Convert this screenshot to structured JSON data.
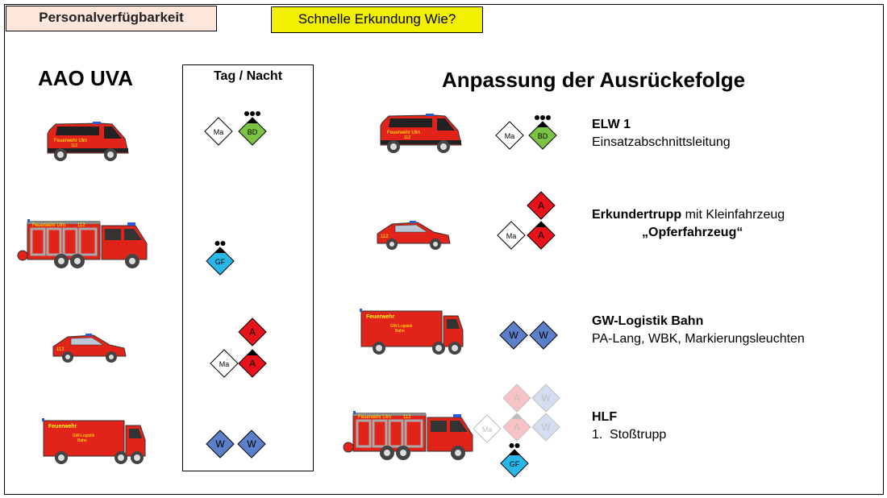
{
  "header": {
    "title": "Personalverfügbarkeit",
    "tagline": "Schnelle Erkundung Wie?"
  },
  "left_column": {
    "heading": "AAO UVA"
  },
  "middle_column": {
    "heading": "Tag / Nacht"
  },
  "right_column": {
    "heading": "Anpassung der Ausrückefolge",
    "entries": [
      {
        "name": "ELW 1",
        "description": "Einsatzabschnittsleitung"
      },
      {
        "name": "Erkundertrupp",
        "name_suffix": " mit Kleinfahrzeug",
        "description": "„Opferfahrzeug“"
      },
      {
        "name": "GW-Logistik Bahn",
        "description": "PA-Lang, WBK, Markierungsleuchten"
      },
      {
        "name": "HLF",
        "item_number": "1.",
        "description": "Stoßtrupp"
      }
    ]
  },
  "vehicle_labels": {
    "feuerwehr_ulm": "Feuerwehr Ulm",
    "feuerwehr": "Feuerwehr",
    "number": "112",
    "gw_logistik": "GW-Logistik",
    "bahn": "Bahn"
  },
  "role_symbols": {
    "ma": {
      "label": "Ma",
      "color": "#ffffff"
    },
    "bd": {
      "label": "BD",
      "color": "#7cc243"
    },
    "gf": {
      "label": "GF",
      "color": "#29b6e8"
    },
    "a": {
      "label": "A",
      "color": "#e8121b"
    },
    "w": {
      "label": "W",
      "color": "#5b7fc9"
    }
  },
  "colors": {
    "fire_red": "#e2231a",
    "title_bg": "#fde6dc",
    "tagline_bg": "#f2f000"
  }
}
